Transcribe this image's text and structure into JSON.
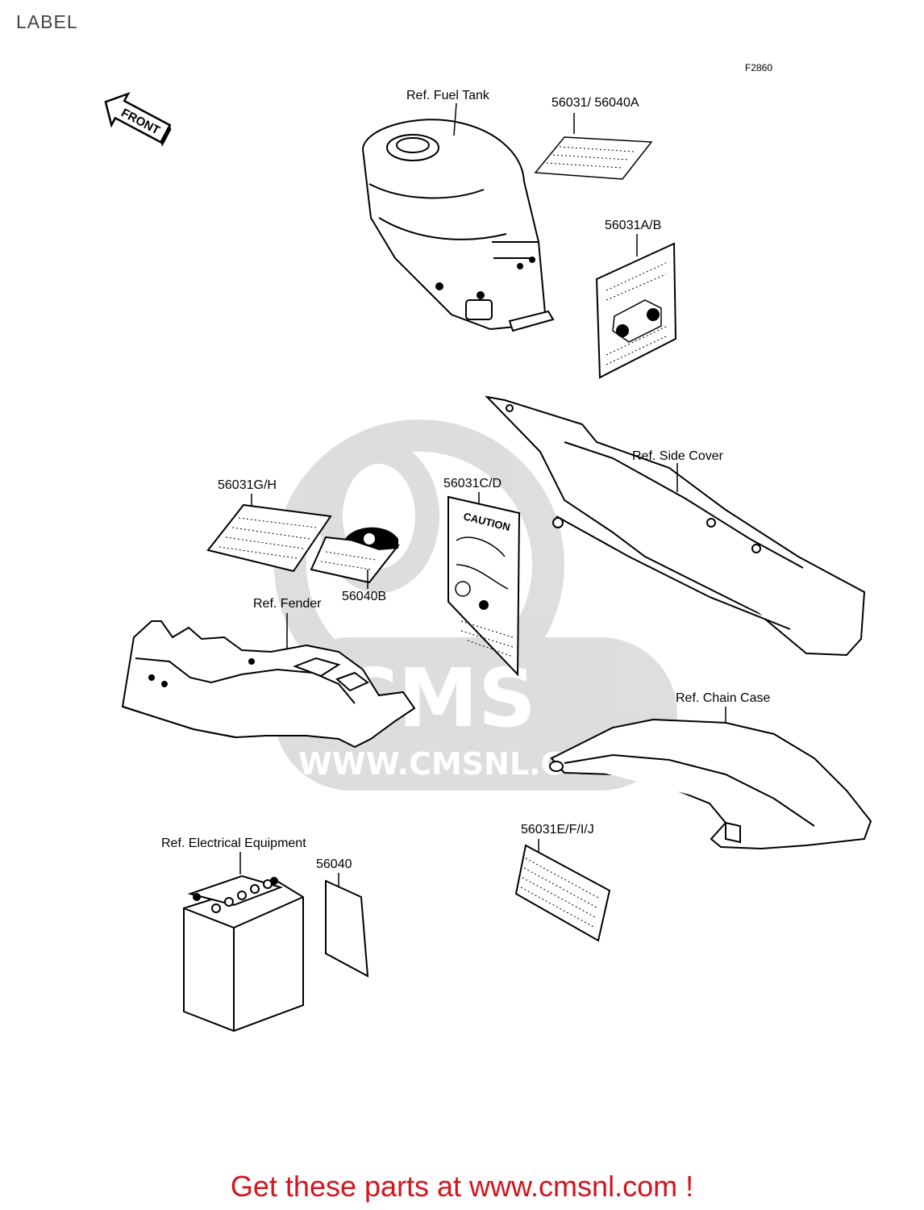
{
  "page": {
    "title": "LABEL"
  },
  "diagram": {
    "figure_id": "F2860",
    "labels": {
      "fuel_tank": "Ref. Fuel Tank",
      "p56031_56040a": "56031/ 56040A",
      "p56031ab": "56031A/B",
      "side_cover": "Ref. Side Cover",
      "p56031gh": "56031G/H",
      "p56031cd": "56031C/D",
      "p56040b": "56040B",
      "fender": "Ref. Fender",
      "chain_case": "Ref. Chain Case",
      "electrical": "Ref. Electrical Equipment",
      "p56040": "56040",
      "p56031efij": "56031E/F/I/J"
    },
    "front_arrow": "FRONT",
    "caution_text": "CAUTION"
  },
  "watermark": {
    "text": "CMS",
    "url": "WWW.CMSNL.COM"
  },
  "footer": {
    "text": "Get these parts at www.cmsnl.com !",
    "color": "#d4141e"
  }
}
